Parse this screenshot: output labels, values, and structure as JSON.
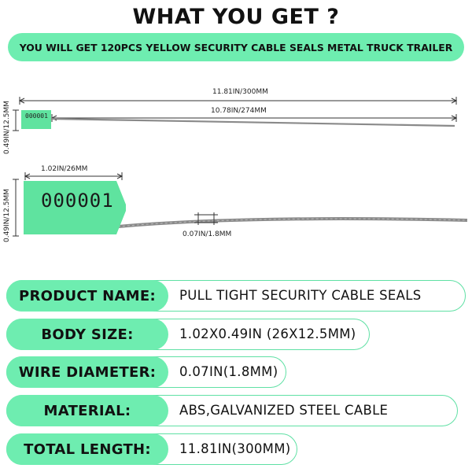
{
  "header": {
    "title": "WHAT YOU GET ?",
    "banner": "YOU WILL  GET 120PCS YELLOW SECURITY CABLE SEALS METAL TRUCK TRAILER"
  },
  "diagram": {
    "total_length": "11.81IN/300MM",
    "wire_length": "10.78IN/274MM",
    "small_height": "0.49IN/12.5MM",
    "small_tag_number": "000001",
    "body_width": "1.02IN/26MM",
    "large_height": "0.49IN/12.5MM",
    "large_tag_number": "000001",
    "wire_diameter": "0.07IN/1.8MM",
    "seal_color": "#5fe39f",
    "wire_color": "#8a8a8a"
  },
  "specs": [
    {
      "label": "PRODUCT NAME:",
      "value": "PULL TIGHT SECURITY CABLE SEALS"
    },
    {
      "label": "BODY SIZE:",
      "value": "1.02X0.49IN (26X12.5MM)"
    },
    {
      "label": "WIRE DIAMETER:",
      "value": "0.07IN(1.8MM)"
    },
    {
      "label": "MATERIAL:",
      "value": "ABS,GALVANIZED STEEL CABLE"
    },
    {
      "label": "TOTAL LENGTH:",
      "value": "11.81IN(300MM)"
    }
  ],
  "colors": {
    "accent": "#6eedb0",
    "accent_border": "#5fe0a4"
  }
}
